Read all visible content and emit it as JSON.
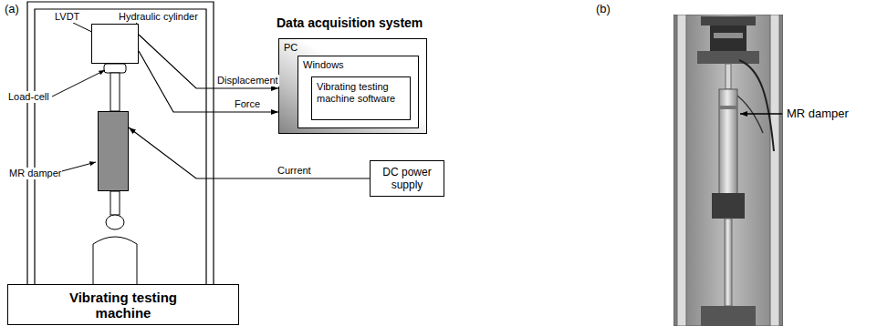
{
  "diagram": {
    "nodes": [
      {
        "text": [
          "LVDT",
          "Hydraulic cylinder"
        ]
      },
      {
        "text": [
          "MR damper"
        ]
      },
      {
        "text": [
          "Vibrating testing machine"
        ]
      },
      {
        "text": [
          "Data acquisition system",
          "PC"
        ]
      },
      {
        "text": [
          "Windows"
        ],
        "in": 3
      },
      {
        "text": [
          "Vibrating testing machine software"
        ],
        "in": 4
      },
      {
        "text": [
          "DC power supply"
        ]
      }
    ],
    "edges": [
      {
        "from": 0,
        "to": 3,
        "arrow": "to",
        "label": "Displacement"
      },
      {
        "from": 0,
        "to": 3,
        "arrow": "to",
        "label": "Force"
      },
      {
        "from": 6,
        "to": 1,
        "arrow": "to",
        "label": "Current"
      }
    ],
    "labels": [
      "(a)",
      "Load-cell",
      "(b)",
      "MR damper"
    ]
  }
}
